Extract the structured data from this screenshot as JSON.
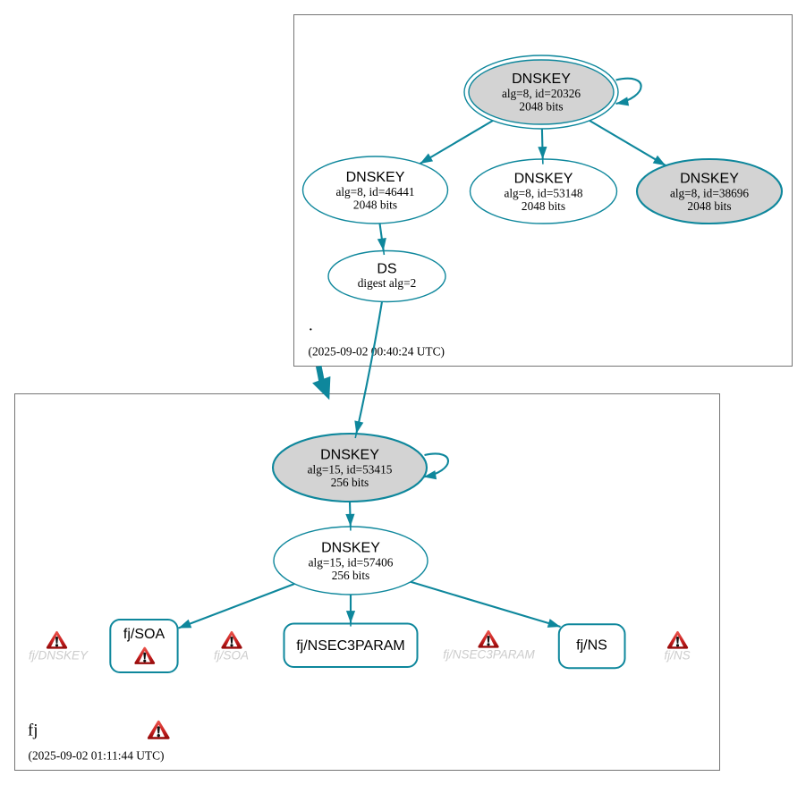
{
  "diagram_type": "dnssec-authentication-chain",
  "colors": {
    "secure": "#0e879c",
    "node_fill_sep": "#d3d3d3",
    "node_fill": "#ffffff",
    "zone_border": "#8b8b8b",
    "muted_text": "#c9c9c9",
    "warning_top": "#ec5648",
    "warning_bottom": "#9c0b0b",
    "text": "#000000"
  },
  "icons": {
    "warning": "warning-triangle-icon"
  },
  "zones": {
    "root": {
      "name": ".",
      "timestamp": "(2025-09-02 00:40:24 UTC)",
      "nodes": {
        "ksk20326": {
          "title": "DNSKEY",
          "detail1": "alg=8, id=20326",
          "detail2": "2048 bits"
        },
        "zsk46441": {
          "title": "DNSKEY",
          "detail1": "alg=8, id=46441",
          "detail2": "2048 bits"
        },
        "zsk53148": {
          "title": "DNSKEY",
          "detail1": "alg=8, id=53148",
          "detail2": "2048 bits"
        },
        "ksk38696": {
          "title": "DNSKEY",
          "detail1": "alg=8, id=38696",
          "detail2": "2048 bits"
        },
        "ds": {
          "title": "DS",
          "detail1": "digest alg=2"
        }
      }
    },
    "fj": {
      "name": "fj",
      "timestamp": "(2025-09-02 01:11:44 UTC)",
      "nodes": {
        "ksk53415": {
          "title": "DNSKEY",
          "detail1": "alg=15, id=53415",
          "detail2": "256 bits"
        },
        "zsk57406": {
          "title": "DNSKEY",
          "detail1": "alg=15, id=57406",
          "detail2": "256 bits"
        },
        "soa": {
          "label": "fj/SOA"
        },
        "nsec3param": {
          "label": "fj/NSEC3PARAM"
        },
        "ns": {
          "label": "fj/NS"
        }
      },
      "errors": {
        "dnskey": {
          "label": "fj/DNSKEY"
        },
        "soa": {
          "label": "fj/SOA"
        },
        "nsec3param": {
          "label": "fj/NSEC3PARAM"
        },
        "ns": {
          "label": "fj/NS"
        }
      }
    }
  }
}
